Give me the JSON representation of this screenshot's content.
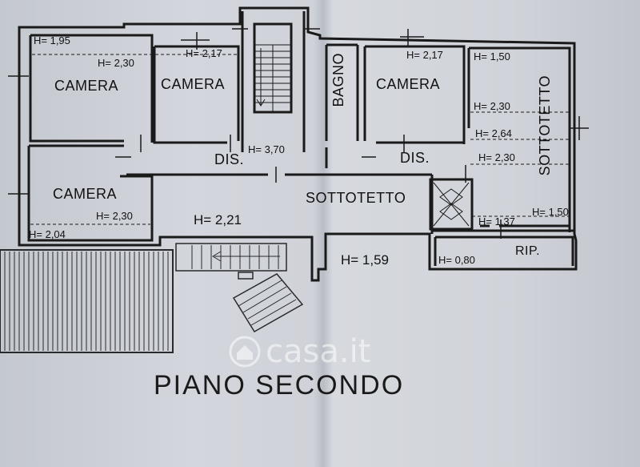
{
  "title": "PIANO SECONDO",
  "watermark": "casa.it",
  "rooms": {
    "camera_1": "CAMERA",
    "camera_2": "CAMERA",
    "camera_3": "CAMERA",
    "camera_4": "CAMERA",
    "bagno": "BAGNO",
    "dis_1": "DIS.",
    "dis_2": "DIS.",
    "sottotetto_1": "SOTTOTETTO",
    "sottotetto_2": "SOTTOTETTO",
    "rip": "RIP."
  },
  "heights": {
    "h1": "H= 1,95",
    "h2": "H= 2,30",
    "h3": "H= 2,17",
    "h4": "H= 2,17",
    "h5": "H= 1,50",
    "h6": "H= 2,30",
    "h7": "H= 2,64",
    "h8": "H= 2,30",
    "h9": "H= 3,70",
    "h10": "H= 2,30",
    "h11": "H= 2,04",
    "h12": "H= 2,21",
    "h13": "H= 1,37",
    "h14": "H= 1,50",
    "h15": "H= 1,59",
    "h16": "H= 0,80"
  },
  "colors": {
    "wall": "#1a1a1a",
    "background": "#cfd2d8",
    "watermark": "#ffffff"
  }
}
